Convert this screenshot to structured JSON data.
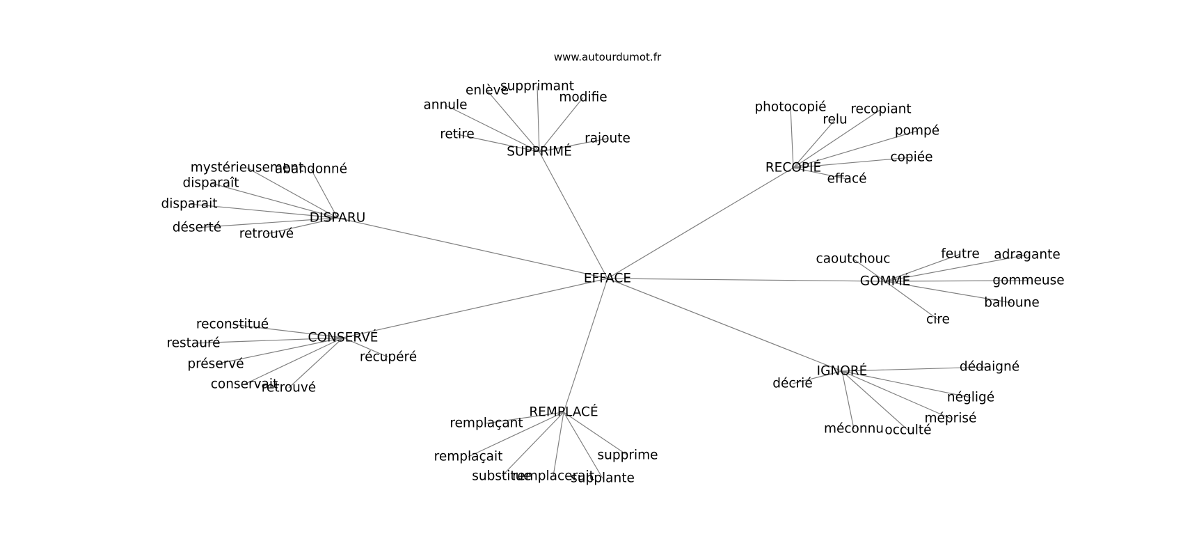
{
  "site_url": "www.autourdumot.fr",
  "colors": {
    "edge": "#808080",
    "text": "#000000",
    "background": "#ffffff"
  },
  "center": "EFFACE",
  "clusters": [
    {
      "label": "SUPPRIMÉ",
      "leaves": [
        "annule",
        "enlève",
        "supprimant",
        "modifie",
        "retire",
        "rajoute"
      ]
    },
    {
      "label": "RECOPIÉ",
      "leaves": [
        "photocopié",
        "relu",
        "recopiant",
        "pompé",
        "copiée",
        "effacé"
      ]
    },
    {
      "label": "DISPARU",
      "leaves": [
        "mystérieusement",
        "abandonné",
        "disparaît",
        "disparait",
        "déserté",
        "retrouvé"
      ]
    },
    {
      "label": "GOMMÉ",
      "leaves": [
        "caoutchouc",
        "feutre",
        "adragante",
        "gommeuse",
        "balloune",
        "cire"
      ]
    },
    {
      "label": "CONSERVÉ",
      "leaves": [
        "reconstitué",
        "restauré",
        "préservé",
        "conservait",
        "retrouvé",
        "récupéré"
      ]
    },
    {
      "label": "IGNORÉ",
      "leaves": [
        "décrié",
        "dédaigné",
        "négligé",
        "méprisé",
        "méconnu",
        "occulté"
      ]
    },
    {
      "label": "REMPLACÉ",
      "leaves": [
        "remplaçant",
        "remplaçait",
        "substitue",
        "remplacerait",
        "supplante",
        "supprime"
      ]
    }
  ]
}
